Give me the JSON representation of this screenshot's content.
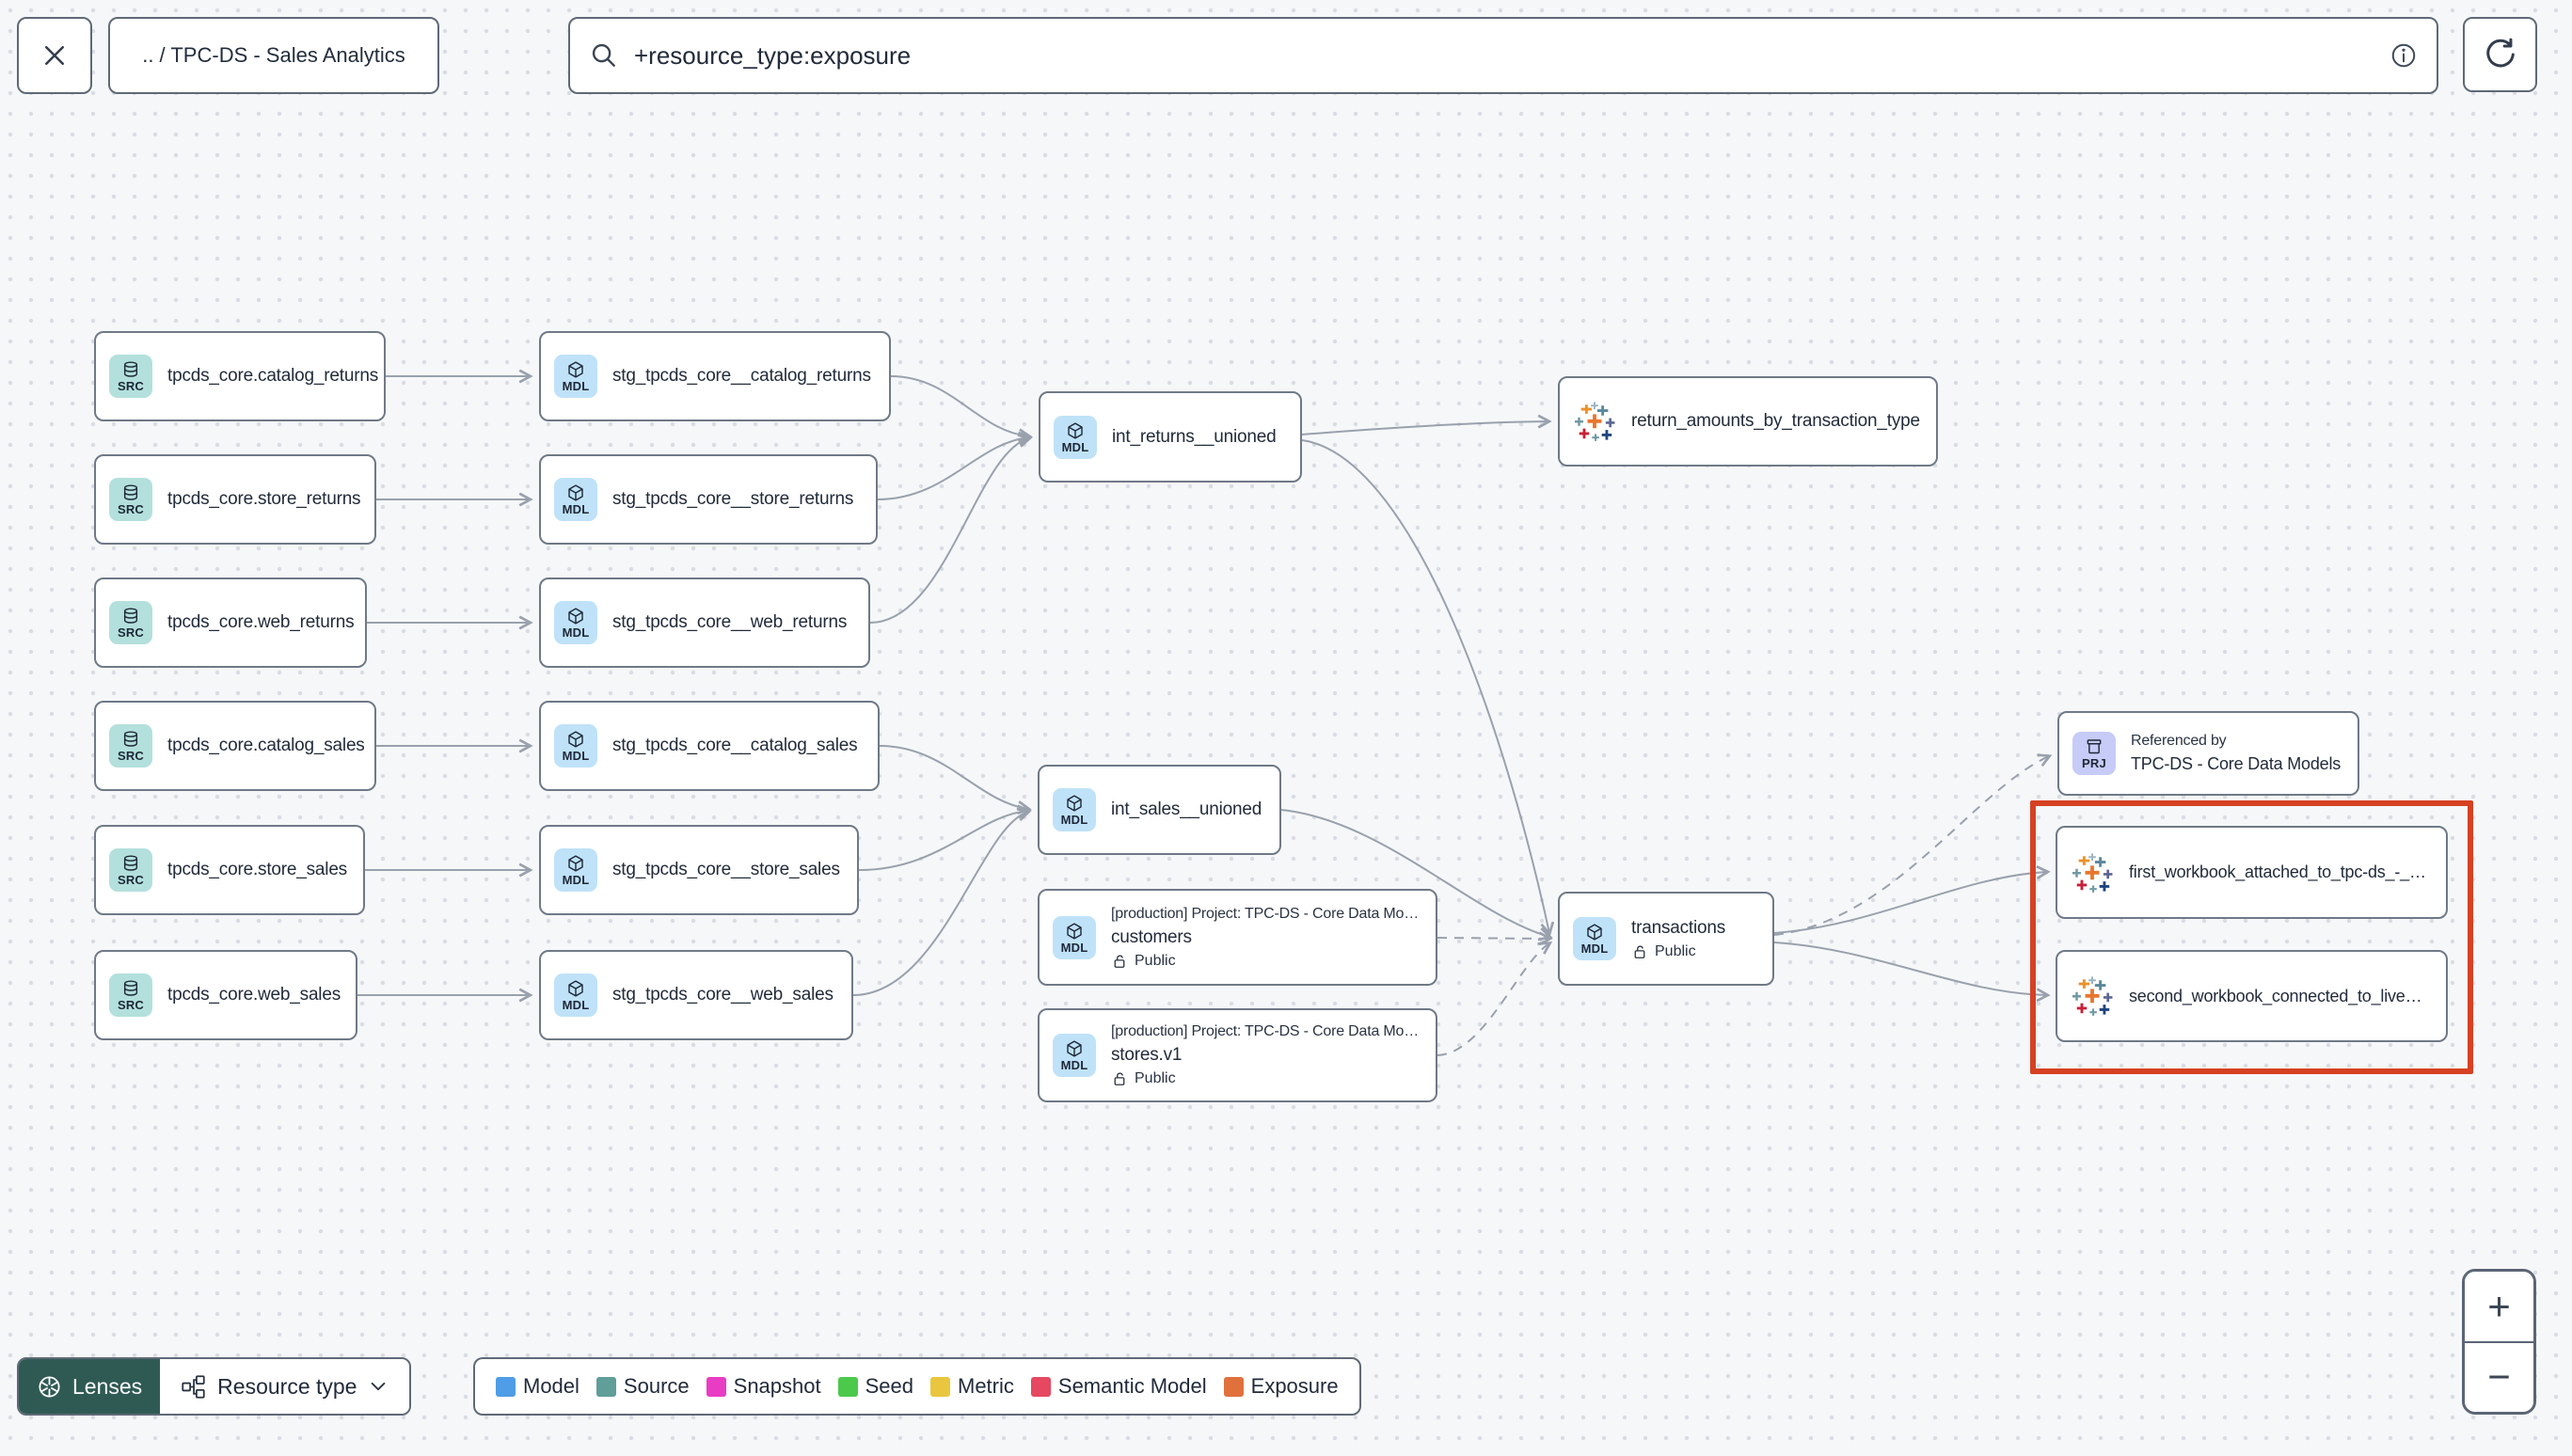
{
  "header": {
    "breadcrumb": ".. / TPC-DS - Sales Analytics",
    "search": {
      "value": "+resource_type:exposure"
    }
  },
  "nodes": {
    "src_catalog_returns": {
      "badge": "SRC",
      "label": "tpcds_core.catalog_returns"
    },
    "src_store_returns": {
      "badge": "SRC",
      "label": "tpcds_core.store_returns"
    },
    "src_web_returns": {
      "badge": "SRC",
      "label": "tpcds_core.web_returns"
    },
    "src_catalog_sales": {
      "badge": "SRC",
      "label": "tpcds_core.catalog_sales"
    },
    "src_store_sales": {
      "badge": "SRC",
      "label": "tpcds_core.store_sales"
    },
    "src_web_sales": {
      "badge": "SRC",
      "label": "tpcds_core.web_sales"
    },
    "stg_catalog_returns": {
      "badge": "MDL",
      "label": "stg_tpcds_core__catalog_returns"
    },
    "stg_store_returns": {
      "badge": "MDL",
      "label": "stg_tpcds_core__store_returns"
    },
    "stg_web_returns": {
      "badge": "MDL",
      "label": "stg_tpcds_core__web_returns"
    },
    "stg_catalog_sales": {
      "badge": "MDL",
      "label": "stg_tpcds_core__catalog_sales"
    },
    "stg_store_sales": {
      "badge": "MDL",
      "label": "stg_tpcds_core__store_sales"
    },
    "stg_web_sales": {
      "badge": "MDL",
      "label": "stg_tpcds_core__web_sales"
    },
    "int_returns": {
      "badge": "MDL",
      "label": "int_returns__unioned"
    },
    "int_sales": {
      "badge": "MDL",
      "label": "int_sales__unioned"
    },
    "return_amounts": {
      "label": "return_amounts_by_transaction_type"
    },
    "customers": {
      "badge": "MDL",
      "project": "[production] Project: TPC-DS - Core Data Mo…",
      "label": "customers",
      "access": "Public"
    },
    "stores": {
      "badge": "MDL",
      "project": "[production] Project: TPC-DS - Core Data Mo…",
      "label": "stores.v1",
      "access": "Public"
    },
    "transactions": {
      "badge": "MDL",
      "label": "transactions",
      "access": "Public"
    },
    "referenced_by": {
      "badge": "PRJ",
      "title": "Referenced by",
      "label": "TPC-DS - Core Data Models"
    },
    "first_workbook": {
      "label": "first_workbook_attached_to_tpc-ds_-_…"
    },
    "second_workbook": {
      "label": "second_workbook_connected_to_live…"
    }
  },
  "footer": {
    "lenses_label": "Lenses",
    "resource_type_label": "Resource type",
    "legend_items": [
      {
        "label": "Model",
        "color": "#4e9de6"
      },
      {
        "label": "Source",
        "color": "#5f9e99"
      },
      {
        "label": "Snapshot",
        "color": "#e83cc4"
      },
      {
        "label": "Seed",
        "color": "#4bc94b"
      },
      {
        "label": "Metric",
        "color": "#eac63e"
      },
      {
        "label": "Semantic Model",
        "color": "#e54860"
      },
      {
        "label": "Exposure",
        "color": "#e0713c"
      }
    ]
  },
  "zoom_controls": {
    "zoom_in": "+",
    "zoom_out": "−"
  },
  "colors": {
    "highlight_box": "#d64123",
    "lenses_bg": "#2f5a54",
    "badge_src": "#b3e0dc",
    "badge_mdl": "#bfe2f8",
    "badge_prj": "#c6cbf7",
    "edge": "#99a1ad"
  }
}
